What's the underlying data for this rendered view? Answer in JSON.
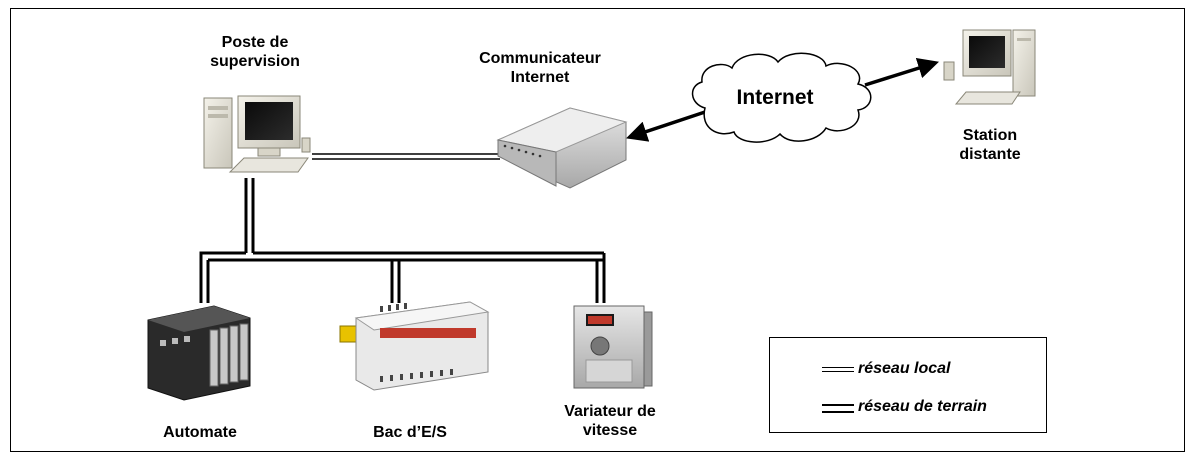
{
  "nodes": {
    "supervision": "Poste de\nsupervision",
    "communicateur": "Communicateur\nInternet",
    "internet": "Internet",
    "station": "Station\ndistante",
    "automate": "Automate",
    "bac": "Bac d’E/S",
    "variateur": "Variateur de\nvitesse"
  },
  "legend": {
    "local": "réseau local",
    "terrain": "réseau de terrain"
  }
}
